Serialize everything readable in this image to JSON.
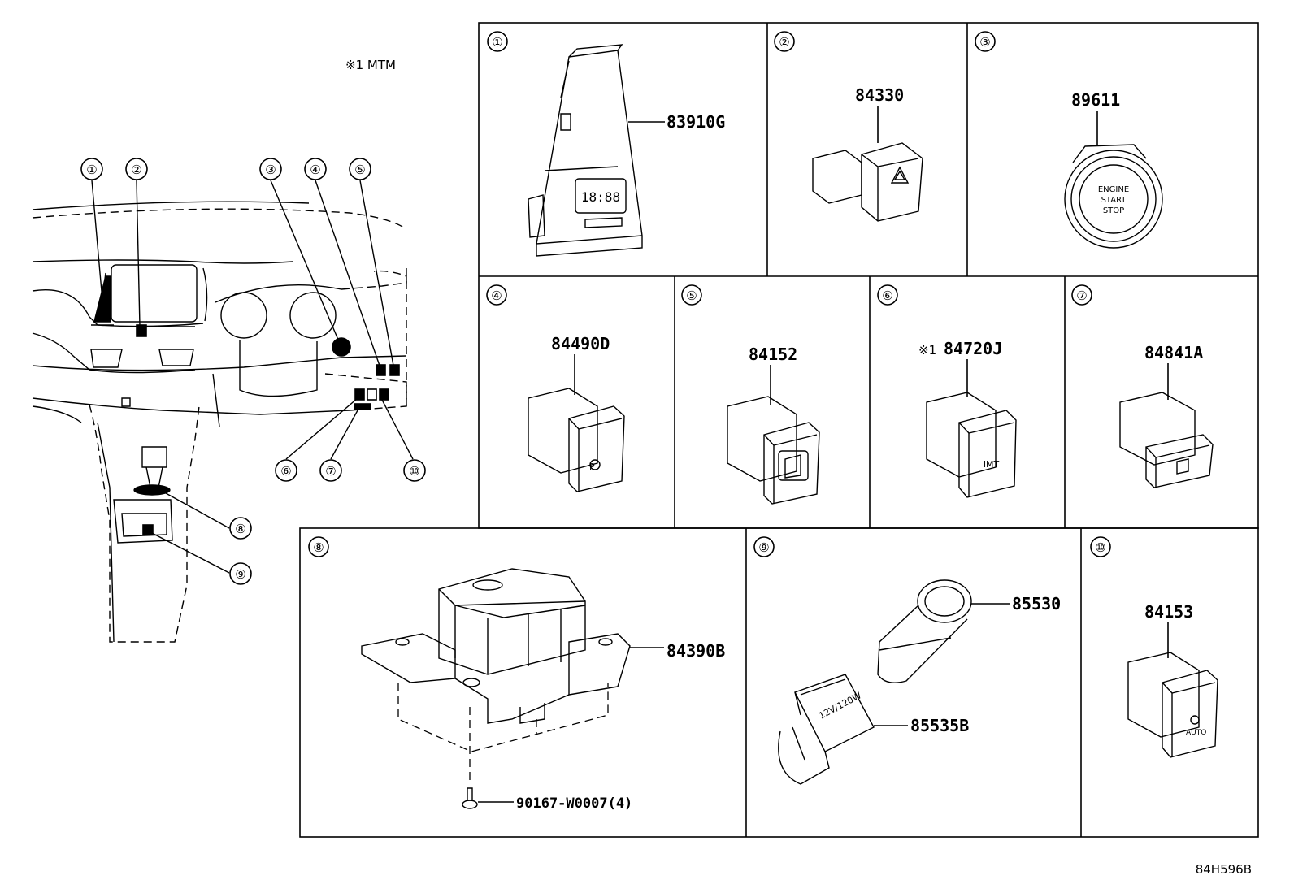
{
  "note": "※1 MTM",
  "diagram_code": "84H596B",
  "overview_callouts": [
    "①",
    "②",
    "③",
    "④",
    "⑤",
    "⑥",
    "⑦",
    "⑧",
    "⑨",
    "⑩"
  ],
  "panels": [
    {
      "num": "①",
      "part": "83910G",
      "clock_text": "18:88"
    },
    {
      "num": "②",
      "part": "84330"
    },
    {
      "num": "③",
      "part": "89611",
      "button_lines": [
        "ENGINE",
        "START",
        "STOP"
      ]
    },
    {
      "num": "④",
      "part": "84490D"
    },
    {
      "num": "⑤",
      "part": "84152"
    },
    {
      "num": "⑥",
      "part": "84720J",
      "prefix": "※1",
      "switch_text": "iMT"
    },
    {
      "num": "⑦",
      "part": "84841A"
    },
    {
      "num": "⑧",
      "part": "84390B",
      "screw": "90167-W0007(4)"
    },
    {
      "num": "⑨",
      "part": "85530",
      "part2": "85535B",
      "socket_text": "12V/120W"
    },
    {
      "num": "⑩",
      "part": "84153",
      "switch_text": "AUTO"
    }
  ]
}
